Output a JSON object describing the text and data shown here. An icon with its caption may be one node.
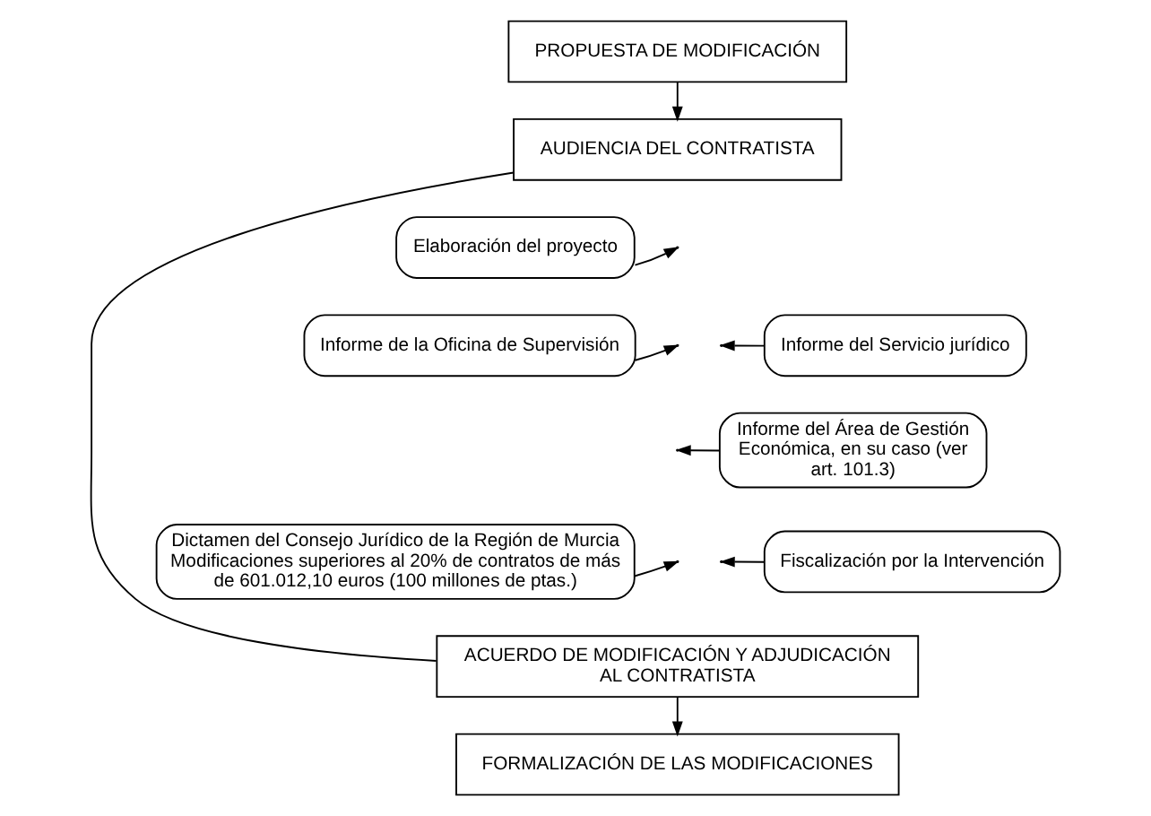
{
  "diagram": {
    "nodes": [
      {
        "text": [
          "PROPUESTA DE MODIFICACIÓN"
        ]
      },
      {
        "text": [
          "AUDIENCIA DEL CONTRATISTA"
        ]
      },
      {
        "text": [
          "Elaboración del proyecto"
        ]
      },
      {
        "text": [
          "Informe de la Oficina de Supervisión"
        ]
      },
      {
        "text": [
          "Informe del Servicio jurídico"
        ]
      },
      {
        "text": [
          "Informe del Área de Gestión Económica, en su caso (ver art. 101.3)"
        ]
      },
      {
        "text": [
          "Dictamen del Consejo Jurídico de la Región de Murcia",
          "Modificaciones superiores al 20% de contratos de más de 601.012,10 euros (100 millones de ptas.)"
        ]
      },
      {
        "text": [
          "Fiscalización por la Intervención"
        ]
      },
      {
        "text": [
          "ACUERDO DE MODIFICACIÓN Y ADJUDICACIÓN AL CONTRATISTA"
        ]
      },
      {
        "text": [
          "FORMALIZACIÓN DE LAS MODIFICACIONES"
        ]
      }
    ],
    "edges": [
      {
        "from": 0,
        "to": 1,
        "arrow": "to"
      },
      {
        "from": 1,
        "to": 8,
        "arrow": "none"
      },
      {
        "from": 2,
        "to": null,
        "arrow": "to"
      },
      {
        "from": 3,
        "to": null,
        "arrow": "to"
      },
      {
        "from": 4,
        "to": null,
        "arrow": "to"
      },
      {
        "from": 5,
        "to": null,
        "arrow": "to"
      },
      {
        "from": 6,
        "to": null,
        "arrow": "to"
      },
      {
        "from": 7,
        "to": null,
        "arrow": "to"
      },
      {
        "from": 8,
        "to": 9,
        "arrow": "to"
      }
    ]
  }
}
